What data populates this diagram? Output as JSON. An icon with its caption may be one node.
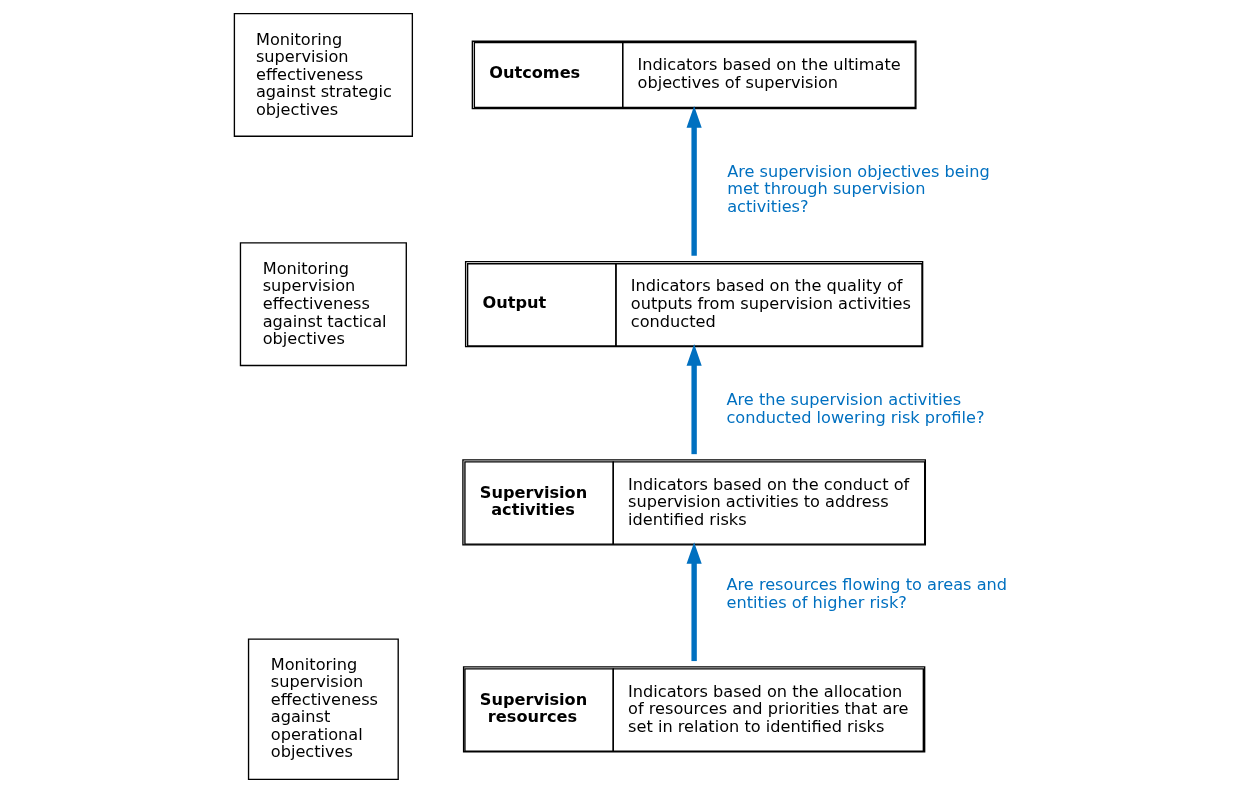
{
  "diagram": {
    "nodes": [
      {
        "text": [
          "Monitoring supervision effectiveness against strategic objectives"
        ]
      },
      {
        "text": [
          "Monitoring supervision effectiveness against tactical objectives"
        ]
      },
      {
        "text": [
          "Monitoring supervision effectiveness against operational objectives"
        ]
      },
      {
        "text": [
          "Outcomes",
          "Indicators based on the ultimate objectives of supervision"
        ]
      },
      {
        "text": [
          "Output",
          "Indicators based on the quality of outputs from supervision activities conducted"
        ]
      },
      {
        "text": [
          "Supervision activities",
          "Indicators based on the conduct of supervision activities to address identified risks"
        ]
      },
      {
        "text": [
          "Supervision resources",
          "Indicators based on the allocation of resources and priorities that are set in relation to identified risks"
        ]
      }
    ],
    "edges": [
      {
        "from": 6,
        "to": 5,
        "arrow": "to",
        "label": "Are resources flowing to areas and entities of higher risk?",
        "color": "#0070c0"
      },
      {
        "from": 5,
        "to": 4,
        "arrow": "to",
        "label": "Are the supervision activities conducted lowering risk profile?",
        "color": "#0070c0"
      },
      {
        "from": 4,
        "to": 3,
        "arrow": "to",
        "label": "Are supervision objectives being met through supervision activities?",
        "color": "#0070c0"
      }
    ]
  }
}
